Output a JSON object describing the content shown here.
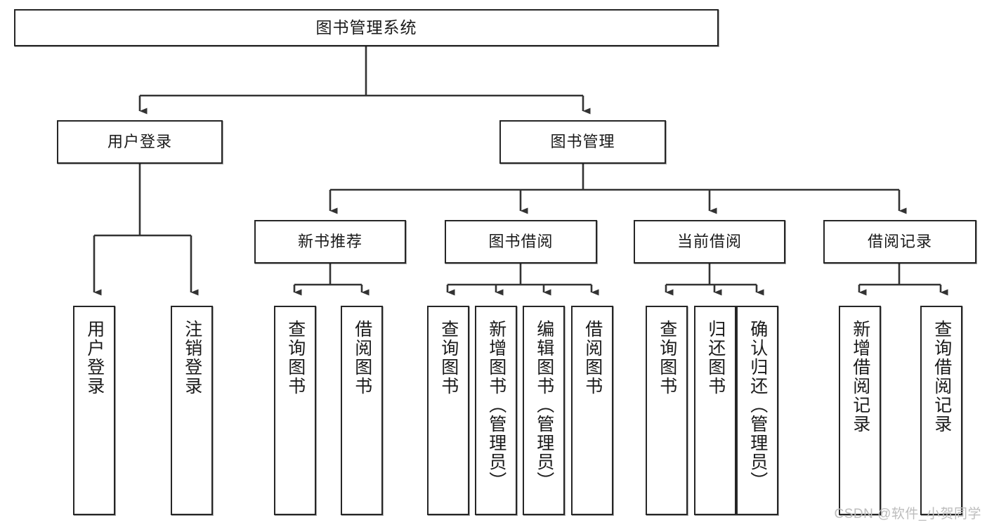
{
  "diagram": {
    "title": "图书管理系统",
    "type": "tree-hierarchy-diagram",
    "colors": {
      "background": "#ffffff",
      "box_border": "#262626",
      "box_fill": "#ffffff",
      "connector": "#333333",
      "watermark": "#bdbdbd"
    },
    "root": {
      "label": "图书管理系统"
    },
    "level2": [
      {
        "label": "用户登录"
      },
      {
        "label": "图书管理"
      }
    ],
    "level3": [
      {
        "label": "新书推荐"
      },
      {
        "label": "图书借阅"
      },
      {
        "label": "当前借阅"
      },
      {
        "label": "借阅记录"
      }
    ],
    "leaves": {
      "user_login": [
        {
          "label": "用户登录"
        },
        {
          "label": "注销登录"
        }
      ],
      "new_book_recommend": [
        {
          "label": "查询图书"
        },
        {
          "label": "借阅图书"
        }
      ],
      "book_borrow": [
        {
          "label": "查询图书"
        },
        {
          "label": "新增图书（管理员）"
        },
        {
          "label": "编辑图书（管理员）"
        },
        {
          "label": "借阅图书"
        }
      ],
      "current_borrow": [
        {
          "label": "查询图书"
        },
        {
          "label": "归还图书"
        },
        {
          "label": "确认归还（管理员）"
        }
      ],
      "borrow_records": [
        {
          "label": "新增借阅记录"
        },
        {
          "label": "查询借阅记录"
        }
      ]
    }
  },
  "watermark": {
    "text": "CSDN @软件_小贺同学"
  }
}
